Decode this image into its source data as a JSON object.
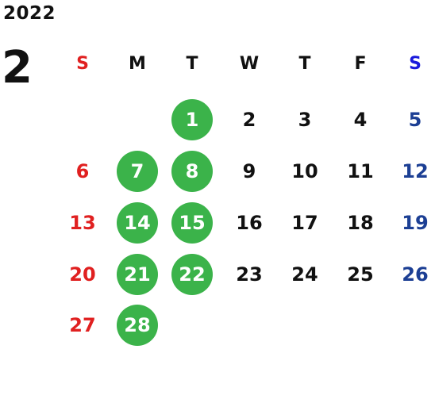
{
  "calendar": {
    "year": "2022",
    "month": "2",
    "weekdays": [
      "S",
      "M",
      "T",
      "W",
      "T",
      "F",
      "S"
    ],
    "weekday_colors": [
      "#e02020",
      "#111111",
      "#111111",
      "#111111",
      "#111111",
      "#111111",
      "#1a1adc"
    ],
    "colors": {
      "sunday": "#e02020",
      "saturday": "#1c3f94",
      "weekday": "#111111",
      "highlight": "#3bb34a",
      "highlight_text": "#ffffff"
    },
    "weeks": [
      [
        null,
        null,
        "1",
        "2",
        "3",
        "4",
        "5"
      ],
      [
        "6",
        "7",
        "8",
        "9",
        "10",
        "11",
        "12"
      ],
      [
        "13",
        "14",
        "15",
        "16",
        "17",
        "18",
        "19"
      ],
      [
        "20",
        "21",
        "22",
        "23",
        "24",
        "25",
        "26"
      ],
      [
        "27",
        "28",
        null,
        null,
        null,
        null,
        null
      ]
    ],
    "highlighted_days": [
      "1",
      "7",
      "8",
      "14",
      "15",
      "21",
      "22",
      "28"
    ]
  }
}
